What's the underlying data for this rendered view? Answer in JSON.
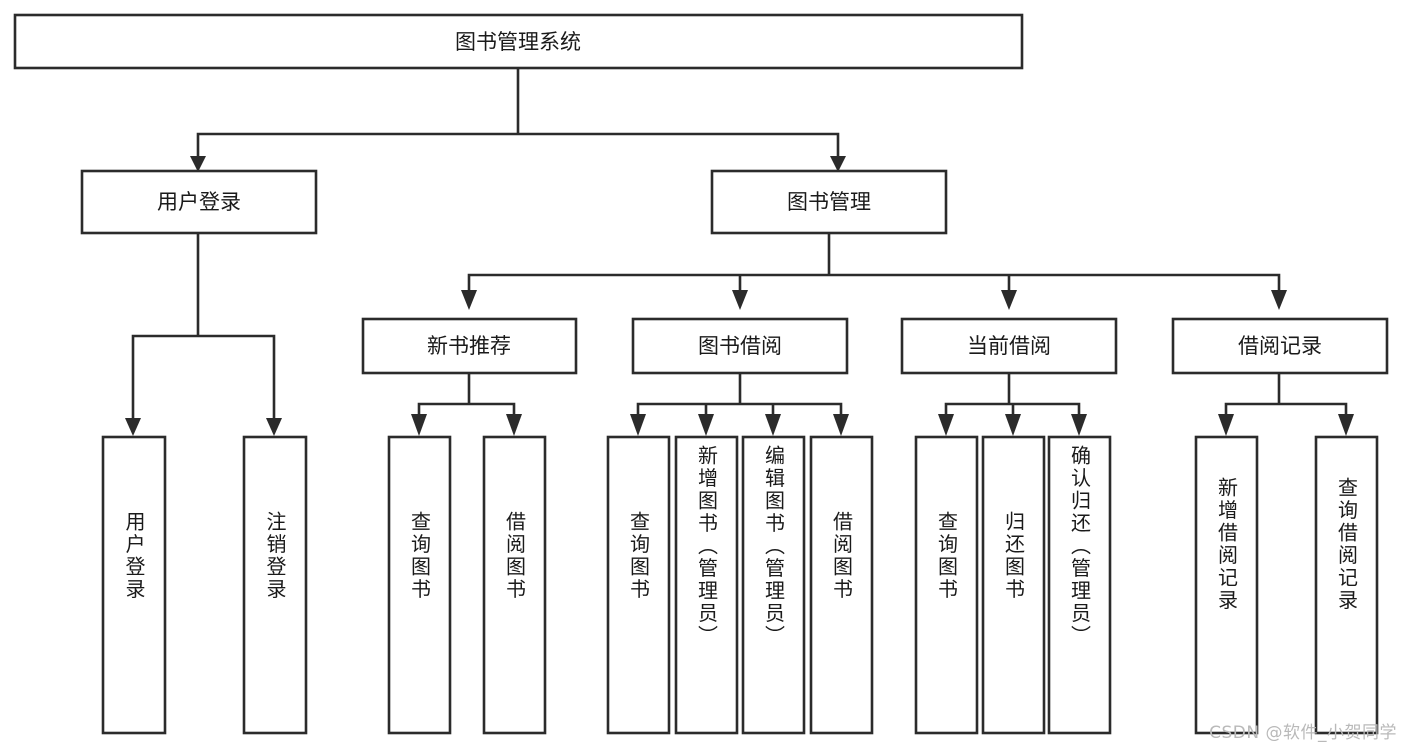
{
  "diagram": {
    "type": "hierarchy-tree",
    "title": "图书管理系统",
    "watermark": "CSDN @软件_小贺同学",
    "colors": {
      "stroke": "#2b2b2b",
      "box_fill": "#ffffff",
      "background": "#ffffff",
      "text": "#1a1a1a",
      "watermark": "#b9b9b9"
    },
    "levels": {
      "root": {
        "label": "图书管理系统"
      },
      "level2": [
        {
          "label": "用户登录"
        },
        {
          "label": "图书管理"
        }
      ],
      "level3": [
        {
          "label": "新书推荐"
        },
        {
          "label": "图书借阅"
        },
        {
          "label": "当前借阅"
        },
        {
          "label": "借阅记录"
        }
      ],
      "leaves": {
        "user_login": [
          {
            "label": "用户登录"
          },
          {
            "label": "注销登录"
          }
        ],
        "new_book_recommend": [
          {
            "label": "查询图书"
          },
          {
            "label": "借阅图书"
          }
        ],
        "book_borrow": [
          {
            "label": "查询图书"
          },
          {
            "label": "新增图书（管理员）"
          },
          {
            "label": "编辑图书（管理员）"
          },
          {
            "label": "借阅图书"
          }
        ],
        "current_borrow": [
          {
            "label": "查询图书"
          },
          {
            "label": "归还图书"
          },
          {
            "label": "确认归还（管理员）"
          }
        ],
        "borrow_record": [
          {
            "label": "新增借阅记录"
          },
          {
            "label": "查询借阅记录"
          }
        ]
      }
    }
  }
}
